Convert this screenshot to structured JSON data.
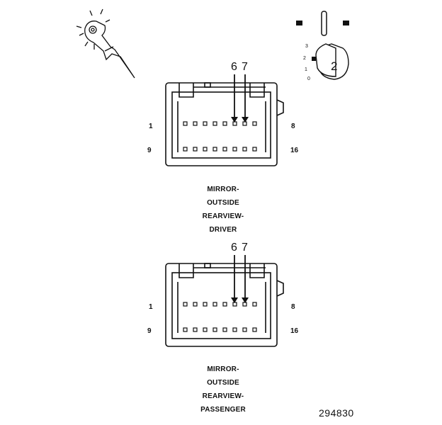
{
  "legend": {
    "key_number": "2",
    "ignition_positions": [
      "3",
      "2",
      "1",
      "0"
    ]
  },
  "connectors": [
    {
      "id": "driver",
      "label_lines": [
        "MIRROR-",
        "OUTSIDE",
        "REARVIEW-",
        "DRIVER"
      ],
      "pin_top_left": "1",
      "pin_top_right": "8",
      "pin_bottom_left": "9",
      "pin_bottom_right": "16",
      "callouts": [
        "6",
        "7"
      ]
    },
    {
      "id": "passenger",
      "label_lines": [
        "MIRROR-",
        "OUTSIDE",
        "REARVIEW-",
        "PASSENGER"
      ],
      "pin_top_left": "1",
      "pin_top_right": "8",
      "pin_bottom_left": "9",
      "pin_bottom_right": "16",
      "callouts": [
        "6",
        "7"
      ]
    }
  ],
  "figure_id": "294830"
}
